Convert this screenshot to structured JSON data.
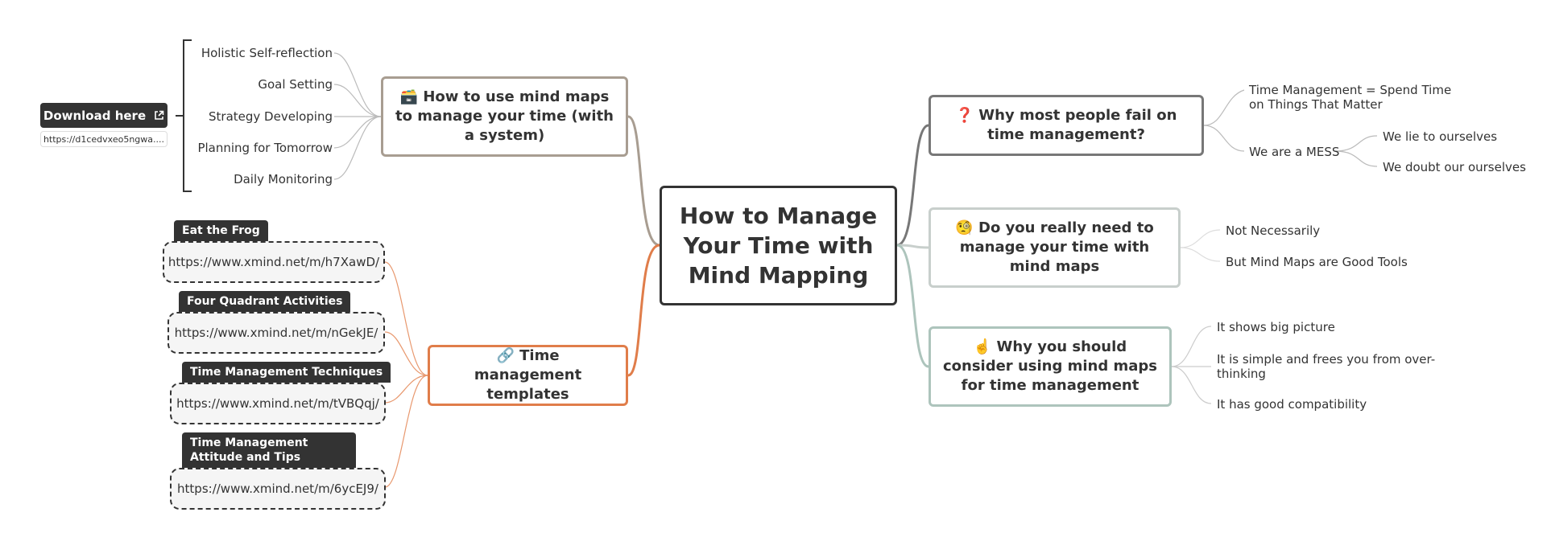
{
  "central": {
    "title": "How to Manage Your Time with Mind Mapping"
  },
  "left_topics": {
    "use": {
      "icon": "🗃️",
      "title": "How to use mind maps to manage your time (with a system)",
      "children": [
        "Holistic Self-reflection",
        "Goal Setting",
        "Strategy Developing",
        "Planning for Tomorrow",
        "Daily Monitoring"
      ],
      "attachment": {
        "button_label": "Download here",
        "url": "https://d1cedvxeo5ngwa...."
      }
    },
    "templates": {
      "icon": "🔗",
      "title": "Time management templates",
      "children": [
        {
          "label": "Eat the Frog",
          "url": "https://www.xmind.net/m/h7XawD/"
        },
        {
          "label": "Four Quadrant Activities",
          "url": "https://www.xmind.net/m/nGekJE/"
        },
        {
          "label": "Time Management Techniques",
          "url": "https://www.xmind.net/m/tVBQqj/"
        },
        {
          "label": "Time Management Attitude and Tips",
          "url": "https://www.xmind.net/m/6ycEJ9/"
        }
      ]
    }
  },
  "right_topics": {
    "fail": {
      "icon": "❓",
      "title": "Why most people fail on time management?",
      "children": [
        "Time Management = Spend Time on Things That Matter",
        "We are a MESS"
      ],
      "mess_children": [
        "We lie to ourselves",
        "We doubt our ourselves"
      ]
    },
    "need": {
      "icon": "🧐",
      "title": "Do you really need to manage your time with mind maps",
      "children": [
        "Not Necessarily",
        "But Mind Maps are Good Tools"
      ]
    },
    "why": {
      "icon": "☝️",
      "title": "Why you should consider using mind maps for time management",
      "children": [
        "It shows big picture",
        "It is simple and frees you from over-thinking",
        "It has good compatibility"
      ]
    }
  },
  "colors": {
    "central_border": "#333333",
    "use_branch": "#a89d91",
    "templates_branch": "#e07d4a",
    "fail_branch": "#777777",
    "need_branch": "#c8cfcc",
    "why_branch": "#adc4bc",
    "subline": "#cccccc",
    "dark_label": "#333333"
  }
}
